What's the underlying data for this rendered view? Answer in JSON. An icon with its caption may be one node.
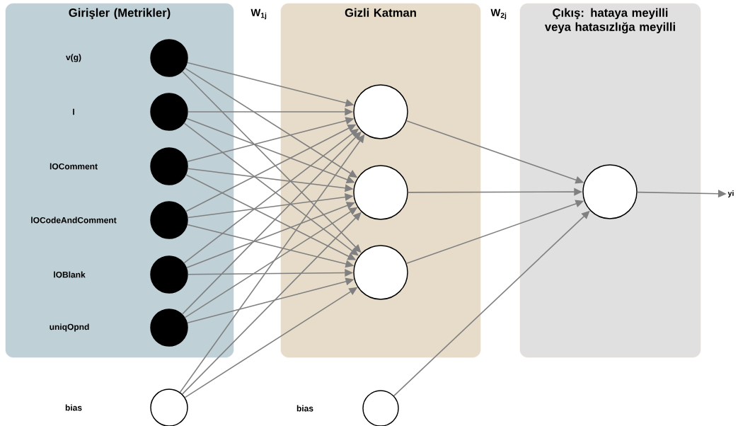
{
  "diagram": {
    "nodes": [
      {
        "text": [
          "Girişler (Metrikler)"
        ]
      },
      {
        "text": [
          "Gizli Katman"
        ]
      },
      {
        "text": [
          "Çıkış: hataya meyilli veya hatasızlığa meyilli"
        ]
      },
      {
        "text": [],
        "shape": "circle",
        "in": 0
      },
      {
        "text": [],
        "shape": "circle",
        "in": 0
      },
      {
        "text": [],
        "shape": "circle",
        "in": 0
      },
      {
        "text": [],
        "shape": "circle",
        "in": 0
      },
      {
        "text": [],
        "shape": "circle",
        "in": 0
      },
      {
        "text": [],
        "shape": "circle",
        "in": 0
      },
      {
        "text": [],
        "shape": "circle"
      },
      {
        "text": [],
        "shape": "circle",
        "in": 1
      },
      {
        "text": [],
        "shape": "circle",
        "in": 1
      },
      {
        "text": [],
        "shape": "circle",
        "in": 1
      },
      {
        "text": [],
        "shape": "circle"
      },
      {
        "text": [],
        "shape": "circle",
        "in": 2
      },
      {
        "text": [
          "yi"
        ]
      }
    ],
    "edges": [
      {
        "from": 3,
        "to": 10,
        "arrow": "to"
      },
      {
        "from": 3,
        "to": 11,
        "arrow": "to"
      },
      {
        "from": 3,
        "to": 12,
        "arrow": "to"
      },
      {
        "from": 4,
        "to": 10,
        "arrow": "to"
      },
      {
        "from": 4,
        "to": 11,
        "arrow": "to"
      },
      {
        "from": 4,
        "to": 12,
        "arrow": "to"
      },
      {
        "from": 5,
        "to": 10,
        "arrow": "to"
      },
      {
        "from": 5,
        "to": 11,
        "arrow": "to"
      },
      {
        "from": 5,
        "to": 12,
        "arrow": "to"
      },
      {
        "from": 6,
        "to": 10,
        "arrow": "to"
      },
      {
        "from": 6,
        "to": 11,
        "arrow": "to"
      },
      {
        "from": 6,
        "to": 12,
        "arrow": "to"
      },
      {
        "from": 7,
        "to": 10,
        "arrow": "to"
      },
      {
        "from": 7,
        "to": 11,
        "arrow": "to"
      },
      {
        "from": 7,
        "to": 12,
        "arrow": "to"
      },
      {
        "from": 8,
        "to": 10,
        "arrow": "to"
      },
      {
        "from": 8,
        "to": 11,
        "arrow": "to"
      },
      {
        "from": 8,
        "to": 12,
        "arrow": "to"
      },
      {
        "from": 9,
        "to": 10,
        "arrow": "to"
      },
      {
        "from": 9,
        "to": 11,
        "arrow": "to"
      },
      {
        "from": 9,
        "to": 12,
        "arrow": "to"
      },
      {
        "from": 10,
        "to": 14,
        "arrow": "to"
      },
      {
        "from": 11,
        "to": 14,
        "arrow": "to"
      },
      {
        "from": 12,
        "to": 14,
        "arrow": "to"
      },
      {
        "from": 13,
        "to": 14,
        "arrow": "to"
      },
      {
        "from": 14,
        "to": 15,
        "arrow": "to"
      }
    ],
    "labels": [
      "W$_{1j}$",
      "W$_{2j}$",
      "v(g)",
      "l",
      "lOComment",
      "lOCodeAndComment",
      "lOBlank",
      "uniqOpnd",
      "bias",
      "bias"
    ]
  }
}
